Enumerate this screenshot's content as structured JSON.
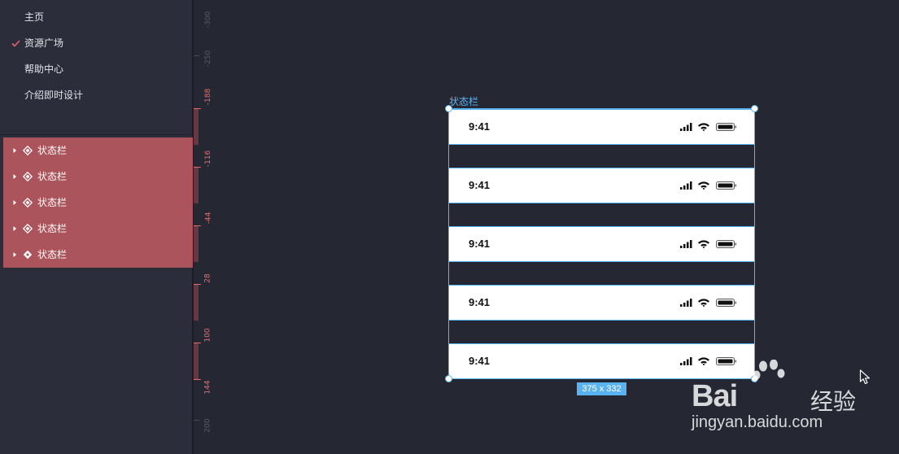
{
  "menu": {
    "items": [
      {
        "label": "主页",
        "checked": false
      },
      {
        "label": "资源广场",
        "checked": true
      },
      {
        "label": "帮助中心",
        "checked": false
      },
      {
        "label": "介绍即时设计",
        "checked": false
      }
    ]
  },
  "layers": {
    "items": [
      {
        "label": "状态栏"
      },
      {
        "label": "状态栏"
      },
      {
        "label": "状态栏"
      },
      {
        "label": "状态栏"
      },
      {
        "label": "状态栏"
      }
    ],
    "highlight_color": "#ac545c"
  },
  "ruler": {
    "labels": [
      "-300",
      "-250",
      "-188",
      "-116",
      "-44",
      "28",
      "100",
      "144",
      "200"
    ],
    "selected_labels": [
      "-188",
      "-116",
      "-44",
      "28",
      "100",
      "144"
    ]
  },
  "canvas": {
    "artboard_label": "状态栏",
    "statusbars": [
      {
        "time": "9:41"
      },
      {
        "time": "9:41"
      },
      {
        "time": "9:41"
      },
      {
        "time": "9:41"
      },
      {
        "time": "9:41"
      }
    ],
    "size_badge": "375 x 332",
    "selection_color": "#58b3f0"
  },
  "watermark": {
    "brand": "Bai",
    "brand_suffix": "经验",
    "url": "jingyan.baidu.com"
  },
  "colors": {
    "canvas_bg": "#252733",
    "sidebar_bg": "#2b2d3a",
    "check_color": "#e5626a"
  }
}
